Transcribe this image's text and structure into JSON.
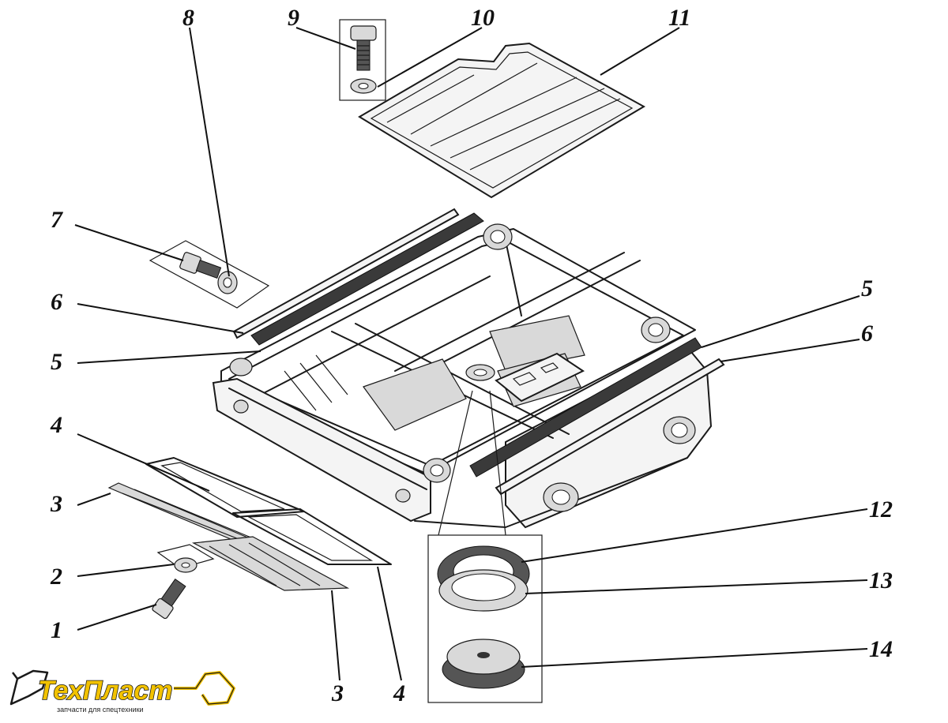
{
  "callouts": {
    "c1": "1",
    "c2": "2",
    "c3a": "3",
    "c3b": "3",
    "c4a": "4",
    "c4b": "4",
    "c5a": "5",
    "c5b": "5",
    "c6a": "6",
    "c6b": "6",
    "c7": "7",
    "c8": "8",
    "c9": "9",
    "c10": "10",
    "c11": "11",
    "c12": "12",
    "c13": "13",
    "c14": "14"
  },
  "logo": {
    "name": "ТехПласт",
    "tagline": "запчасти для спецтехники",
    "icons": [
      "excavator-bucket-icon",
      "loader-bucket-icon"
    ],
    "accent_color": "#f2c200"
  }
}
